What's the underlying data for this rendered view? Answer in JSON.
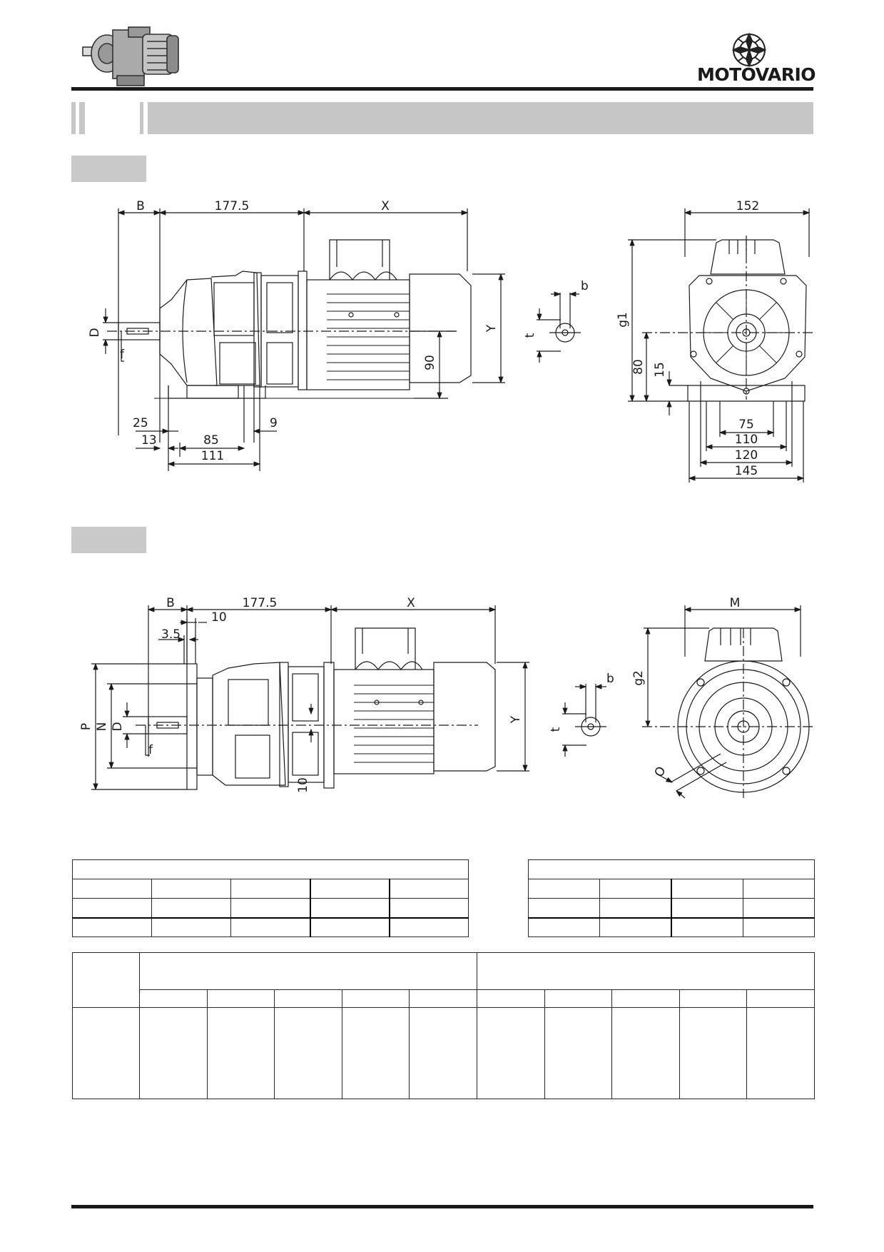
{
  "header": {
    "brand_name": "MOTOVARIO",
    "icons": [
      "gearmotor-product-icon",
      "motovario-logo-icon"
    ]
  },
  "drawing_top": {
    "side_view": {
      "dim_B": "B",
      "dim_gear_length": "177.5",
      "dim_X": "X",
      "dim_Y": "Y",
      "dim_D": "D",
      "dim_f": "f",
      "dim_height": "90",
      "dim_25": "25",
      "dim_13": "13",
      "dim_85": "85",
      "dim_9": "9",
      "dim_111": "111"
    },
    "key_detail": {
      "dim_b": "b",
      "dim_t": "t"
    },
    "end_view": {
      "dim_width": "152",
      "dim_g1": "g1",
      "dim_80": "80",
      "dim_15": "15",
      "dim_75": "75",
      "dim_110": "110",
      "dim_120": "120",
      "dim_145": "145"
    }
  },
  "drawing_bottom": {
    "side_view": {
      "dim_B": "B",
      "dim_gear_length": "177.5",
      "dim_X": "X",
      "dim_10a": "10",
      "dim_3_5": "3.5",
      "dim_P": "P",
      "dim_N": "N",
      "dim_D": "D",
      "dim_f": "f",
      "dim_10b": "10",
      "dim_Y": "Y"
    },
    "key_detail": {
      "dim_b": "b",
      "dim_t": "t"
    },
    "end_view": {
      "dim_M": "M",
      "dim_g2": "g2",
      "dim_O": "O"
    }
  },
  "table_left": {
    "columns": 5,
    "rows": 4
  },
  "table_right": {
    "columns": 4,
    "rows": 4
  },
  "table_spec": {
    "group_columns": 10
  }
}
